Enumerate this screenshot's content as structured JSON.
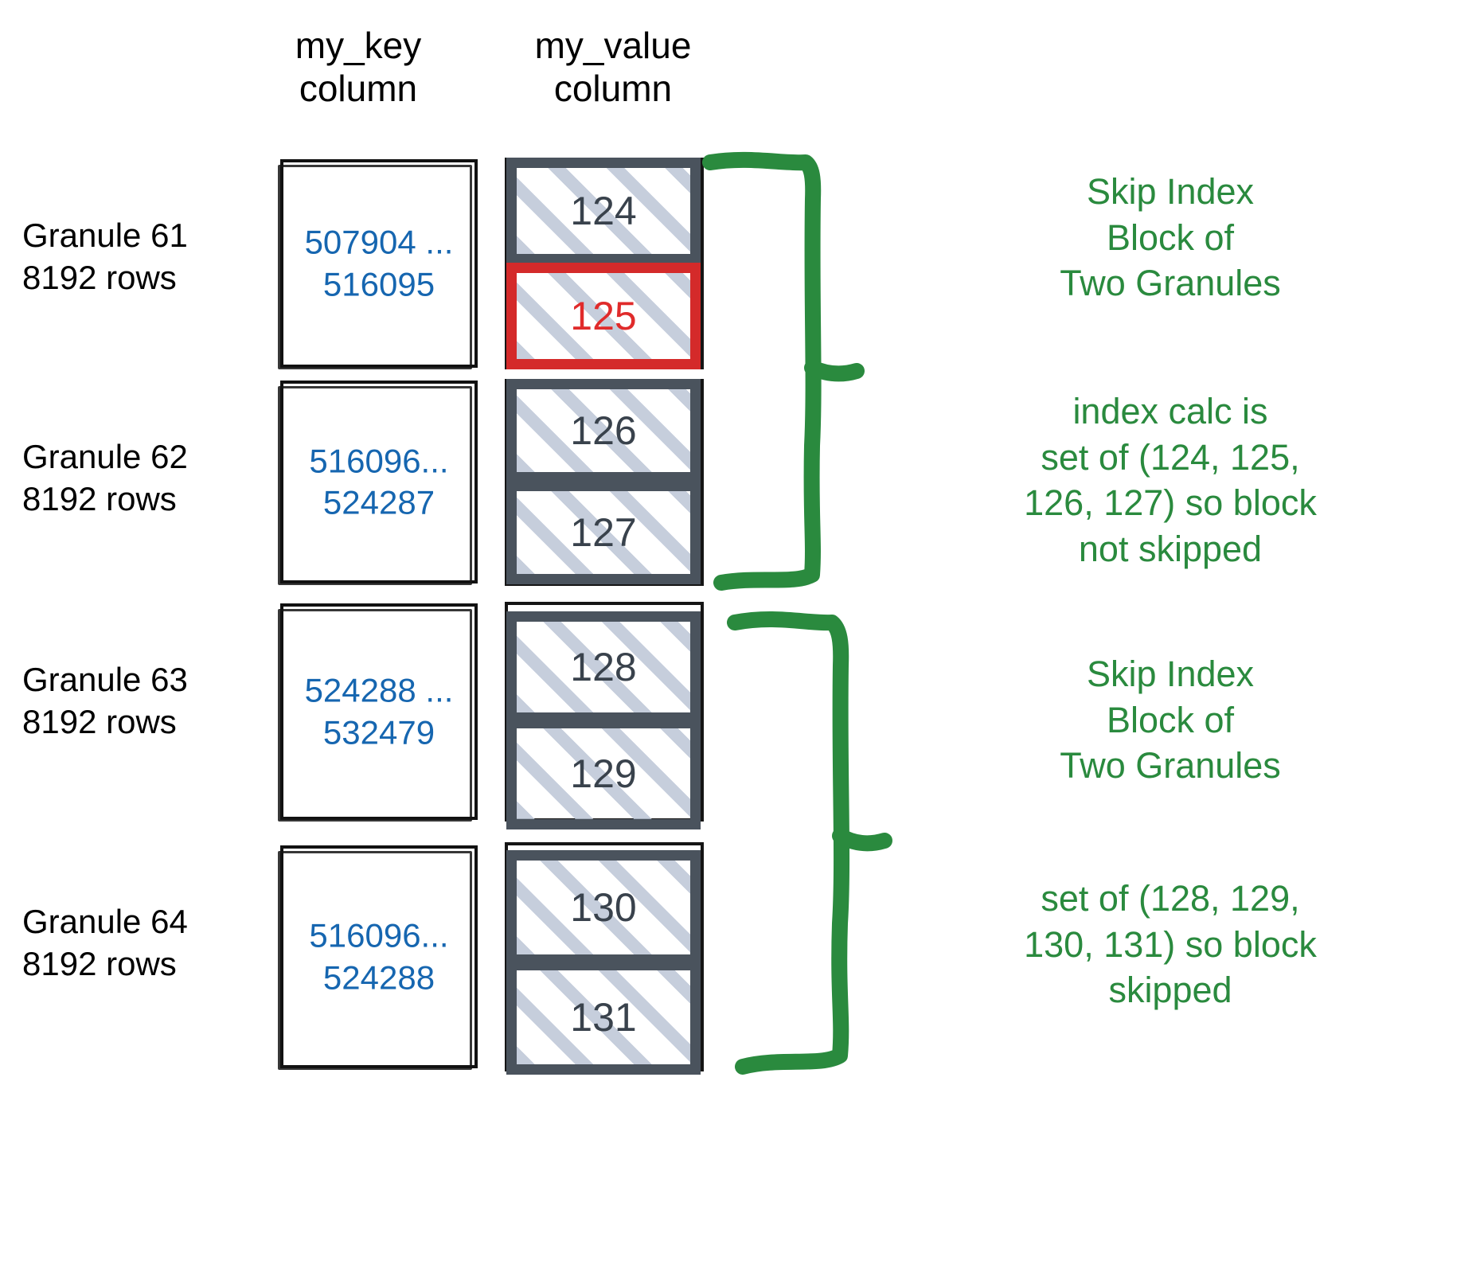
{
  "columns": {
    "key_header": "my_key\ncolumn",
    "value_header": "my_value\ncolumn"
  },
  "colors": {
    "key_value_text": "#1666b0",
    "value_text": "#39424c",
    "highlight": "#e02b2b",
    "annotation_green": "#2a8a3e",
    "granule_border": "#4a535d"
  },
  "granules": [
    {
      "label": "Granule 61\n8192 rows",
      "key_range": "507904 ...\n516095",
      "values": [
        {
          "text": "124",
          "highlighted": false
        },
        {
          "text": "125",
          "highlighted": true
        }
      ]
    },
    {
      "label": "Granule 62\n8192 rows",
      "key_range": "516096...\n524287",
      "values": [
        {
          "text": "126",
          "highlighted": false
        },
        {
          "text": "127",
          "highlighted": false
        }
      ]
    },
    {
      "label": "Granule 63\n8192 rows",
      "key_range": "524288 ...\n532479",
      "values": [
        {
          "text": "128",
          "highlighted": false
        },
        {
          "text": "129",
          "highlighted": false
        }
      ]
    },
    {
      "label": "Granule 64\n8192 rows",
      "key_range": "516096...\n524288",
      "values": [
        {
          "text": "130",
          "highlighted": false
        },
        {
          "text": "131",
          "highlighted": false
        }
      ]
    }
  ],
  "annotations": [
    {
      "title": "Skip Index\nBlock of\nTwo Granules",
      "detail": "index calc is\nset of (124, 125,\n126, 127) so block\nnot skipped"
    },
    {
      "title": "Skip Index\nBlock of\nTwo Granules",
      "detail": "set of (128, 129,\n130, 131) so block\nskipped"
    }
  ]
}
